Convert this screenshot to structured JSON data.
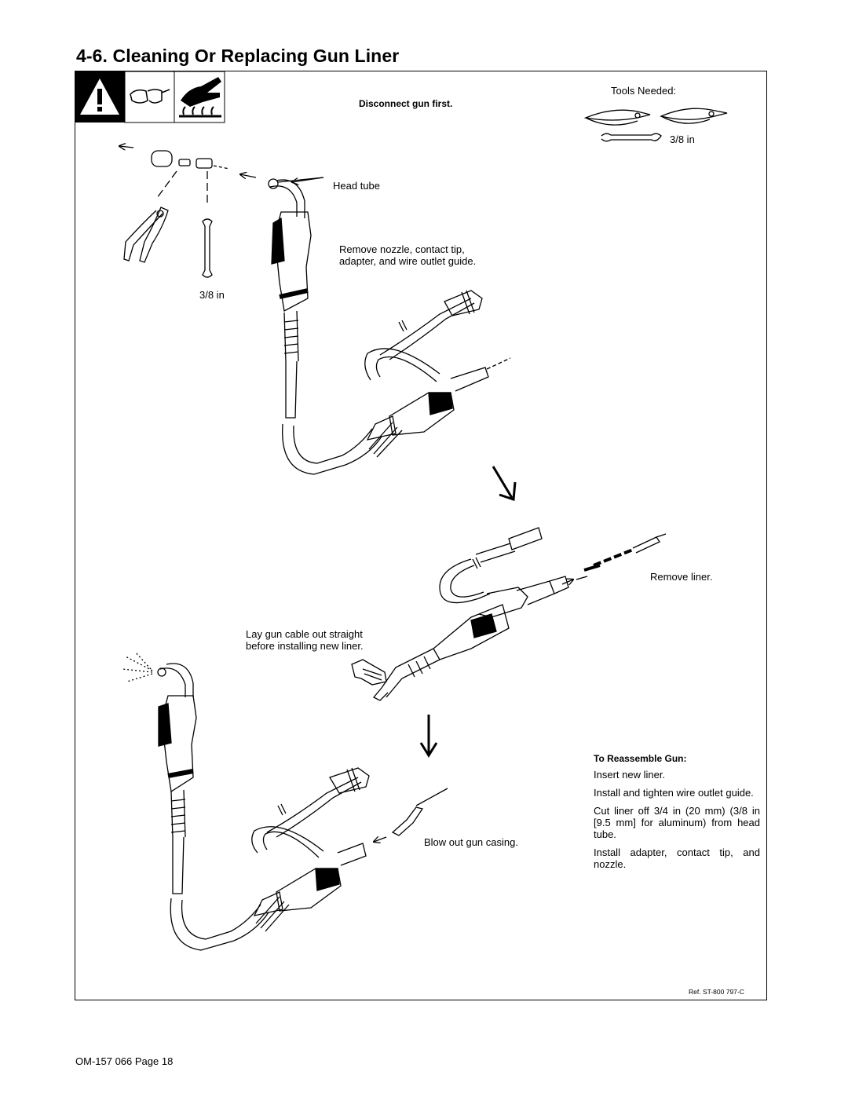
{
  "section": {
    "title": "4-6.   Cleaning Or Replacing Gun Liner"
  },
  "safety_icons": [
    "warning-triangle-icon",
    "safety-glasses-icon",
    "hot-surface-hand-icon"
  ],
  "notes": {
    "disconnect": "Disconnect gun first.",
    "tools_needed": "Tools Needed:",
    "tool_size_top": "3/8 in",
    "tool_size_left": "3/8 in",
    "head_tube": "Head tube",
    "remove_parts": "Remove nozzle, contact tip, adapter, and wire outlet guide.",
    "remove_liner": "Remove liner.",
    "lay_cable": "Lay gun cable out straight before installing new liner.",
    "blow_out": "Blow out gun casing."
  },
  "reassemble": {
    "heading": "To Reassemble Gun:",
    "steps": [
      "Insert new liner.",
      "Install and tighten wire outlet guide.",
      "Cut liner off 3/4 in (20 mm) (3/8 in [9.5 mm] for aluminum) from head tube.",
      "Install adapter, contact tip, and nozzle."
    ]
  },
  "reference": "Ref. ST-800 797-C",
  "footer": "OM-157 066 Page 18"
}
